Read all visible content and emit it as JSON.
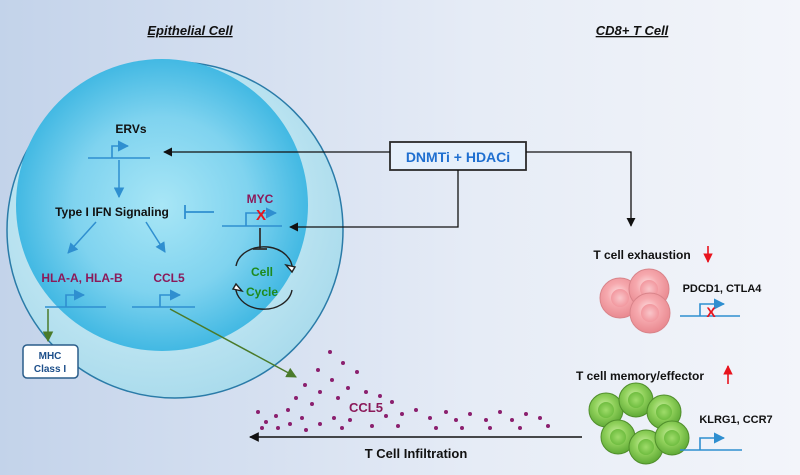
{
  "headers": {
    "epithelial": "Epithelial Cell",
    "tcell": "CD8+ T Cell"
  },
  "labels": {
    "ervs": "ERVs",
    "ifn": "Type I IFN Signaling",
    "myc": "MYC",
    "hla": "HLA-A, HLA-B",
    "ccl5_gene": "CCL5",
    "cell": "Cell",
    "cycle": "Cycle",
    "mhc_1": "MHC",
    "mhc_2": "Class I",
    "drug": "DNMTi + HDACi",
    "exhaustion": "T cell exhaustion",
    "pdcd1": "PDCD1, CTLA4",
    "memory": "T cell memory/effector",
    "klrg1": "KLRG1, CCR7",
    "ccl5_secreted": "CCL5",
    "infiltration": "T Cell Infiltration",
    "block_mark": "X"
  },
  "colors": {
    "background_left": "#c3d3ea",
    "cell_membrane": "#c8ecf6",
    "nucleus": "#4cc3e6",
    "gene_arrow": "#2f8fd0",
    "highlight_text": "#8b1a5a",
    "green_text": "#1e8a1e",
    "drug_text": "#1f6fd0",
    "red_x": "#e8141e",
    "exhausted_cell": "#f3a3a8",
    "memory_cell": "#7ec24a",
    "dots": "#8b1f6e"
  }
}
